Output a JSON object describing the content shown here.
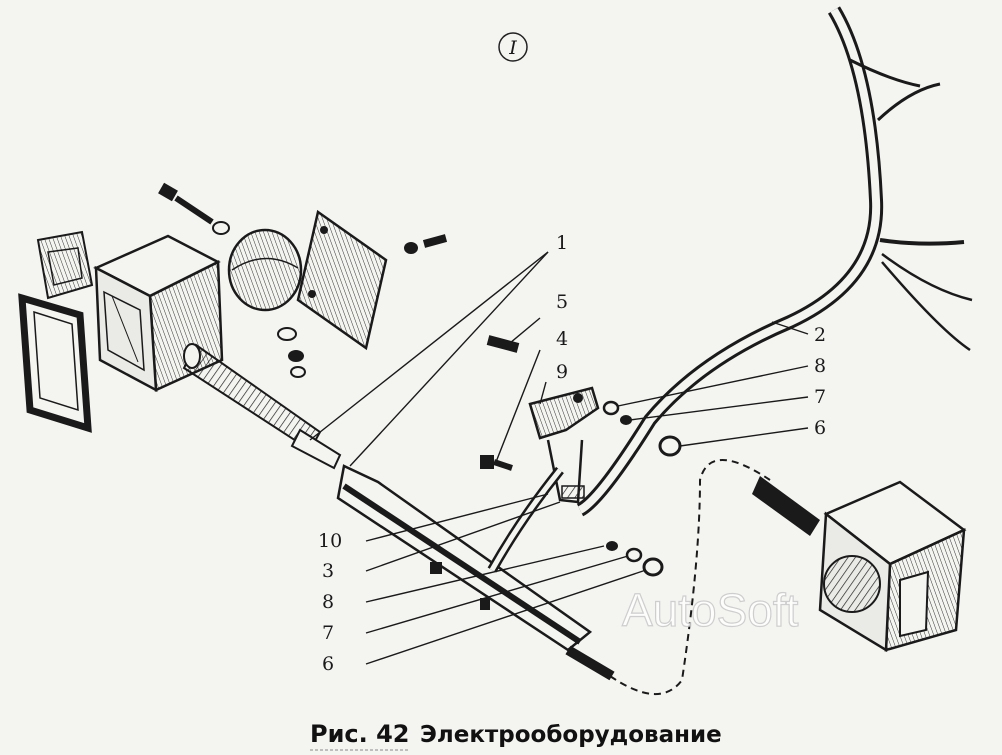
{
  "diagram": {
    "view_marker": "I",
    "callouts": [
      "1",
      "2",
      "3",
      "4",
      "5",
      "6",
      "7",
      "8",
      "9",
      "10"
    ],
    "left_callouts": [
      "10",
      "3",
      "8",
      "7",
      "6"
    ],
    "right_callouts": [
      "2",
      "8",
      "7",
      "6"
    ],
    "top_callouts": [
      "1",
      "5",
      "4",
      "9"
    ]
  },
  "caption": {
    "figure": "Рис. 42",
    "title": "Электрооборудование"
  },
  "watermark": "AutoSoft"
}
